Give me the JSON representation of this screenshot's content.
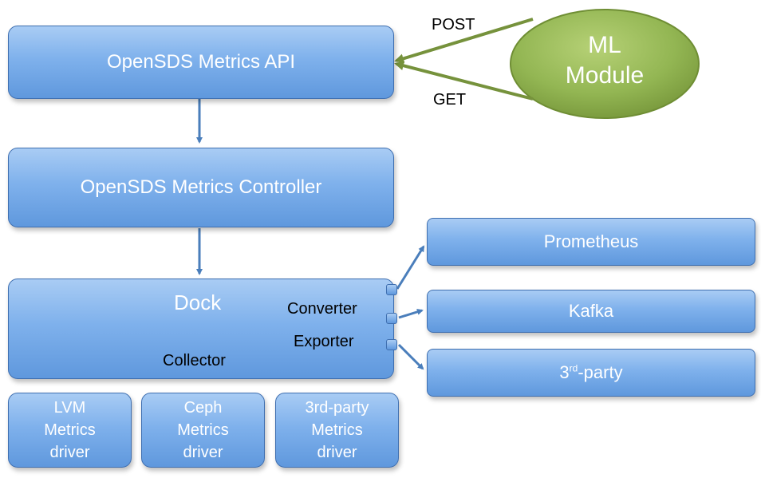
{
  "labels": {
    "api": "OpenSDS Metrics API",
    "controller": "OpenSDS Metrics Controller",
    "dock": "Dock",
    "converter": "Converter",
    "exporter": "Exporter",
    "collector": "Collector",
    "prometheus": "Prometheus",
    "kafka": "Kafka",
    "third_party_base": "3",
    "third_party_sup": "rd",
    "third_party_rest": "-party",
    "ml_line1": "ML",
    "ml_line2": "Module",
    "post": "POST",
    "get": "GET"
  },
  "drivers": [
    {
      "line1": "LVM",
      "line2": "Metrics",
      "line3": "driver"
    },
    {
      "line1": "Ceph",
      "line2": "Metrics",
      "line3": "driver"
    },
    {
      "line1": "3rd-party",
      "line2": "Metrics",
      "line3": "driver"
    }
  ],
  "colors": {
    "box_blue": "#7fb1ec",
    "box_border": "#3f6fb0",
    "ml_green": "#8cb048",
    "arrow_green": "#76923c",
    "arrow_blue": "#4a7ebb"
  }
}
